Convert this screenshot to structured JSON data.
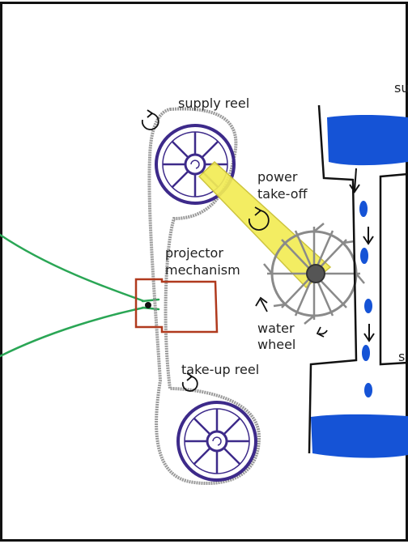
{
  "labels": {
    "supply_reel": "supply reel",
    "power_take_off_1": "power",
    "power_take_off_2": "take-off",
    "projector_mechanism_1": "projector",
    "projector_mechanism_2": "mechanism",
    "water_wheel_1": "water",
    "water_wheel_2": "wheel",
    "take_up_reel": "take-up reel",
    "cut_upper_label": "su",
    "cut_lower_label": "s"
  },
  "colors": {
    "frame": "#111111",
    "film": "#9a9a9a",
    "reel_spokes": "#3d2a8a",
    "beam": "#f2ec55",
    "projector_box": "#b03a1e",
    "light_rays": "#2aa655",
    "water": "#1553d6",
    "tank_outline": "#111111",
    "wheel": "#8a8a8a"
  },
  "icons": [
    "rotation-arrow-icon",
    "flow-arrow-icon"
  ]
}
